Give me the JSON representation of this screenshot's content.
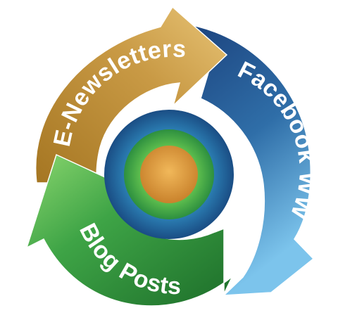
{
  "cycle": {
    "segments": [
      {
        "label": "E-Newsletters",
        "color_light": "#e3b865",
        "color_dark": "#a57622"
      },
      {
        "label": "Facebook WW",
        "color_light": "#6fb9e6",
        "color_dark": "#1d4f8e"
      },
      {
        "label": "Blog Posts",
        "color_light": "#63c466",
        "color_dark": "#1f7a2c"
      }
    ],
    "center_colors": {
      "outer_ring": "#1f5d8f",
      "middle_ring": "#4cb35a",
      "core": "#d9963a"
    }
  }
}
